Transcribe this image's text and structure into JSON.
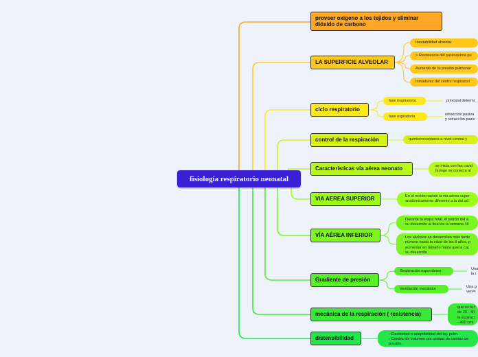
{
  "root": {
    "label": "fisiología respiratorio neonatal"
  },
  "branches": [
    {
      "label": "proveer oxigeno a los tejidos y eliminar dióxido de carbono",
      "children": []
    },
    {
      "label": "LA SUPERFICIE ALVEOLAR",
      "children": [
        {
          "label": "Inestabilidad alveolar"
        },
        {
          "label": "> Resistencia del parénquima pu"
        },
        {
          "label": "Aumento de la presión pulmonar"
        },
        {
          "label": "Inmadurez del centro respiratori"
        }
      ]
    },
    {
      "label": "ciclo respiratorio",
      "children": [
        {
          "label": "fase inspiratoria",
          "detail": "principal determi"
        },
        {
          "label": "fase espiratoria",
          "detail": "retracción pasiva\ny retracción pasiv"
        }
      ]
    },
    {
      "label": "control de la respiración",
      "children": [
        {
          "label": "quimiorreceptores a nivel central y"
        }
      ]
    },
    {
      "label": "Características vía aérea neonato",
      "children": [
        {
          "label": "se inicia con las cavid\nfaringe se conecta al"
        }
      ]
    },
    {
      "label": "VIA AEREA SUPERIOR",
      "children": [
        {
          "label": "En el recién nacido la vía aérea super\nanatómicamente diferente a la del ad"
        }
      ]
    },
    {
      "label": "VÍA AÉREA INFERIOR",
      "children": [
        {
          "label": "Durante la etapa fetal, el patrón del á\nsu desarrollo al final de la semana 16"
        },
        {
          "label": "Los alvéolos se desarrollan más tarde\nnúmero hasta la edad de los 8 años, p\naumentar en tamaño hasta que la caj\nsu desarrollo."
        }
      ]
    },
    {
      "label": "Gradiente de presión",
      "children": [
        {
          "label": "Respiración espontánea",
          "detail": "Una\nla i"
        },
        {
          "label": "Ventilación mecánica",
          "detail": "Una g\nven=l"
        }
      ]
    },
    {
      "label": "mecánica de la respiración ( resistencia)",
      "children": [
        {
          "label": "que es la f\nde 20 - 40\nla espiraci\n- 400 cm/"
        }
      ]
    },
    {
      "label": "distensibilidad",
      "children": [
        {
          "label": "- Elasticidad o adaptibilidad del tej. pulm.\n- Cambio de volumen por unidad de cambio de\npresión."
        }
      ]
    }
  ],
  "colors": {
    "root": "#3a1fd6",
    "orange": "#ffa726",
    "yellow": "#ffe81a",
    "lime": "#9cff1a",
    "green": "#22e64a"
  }
}
